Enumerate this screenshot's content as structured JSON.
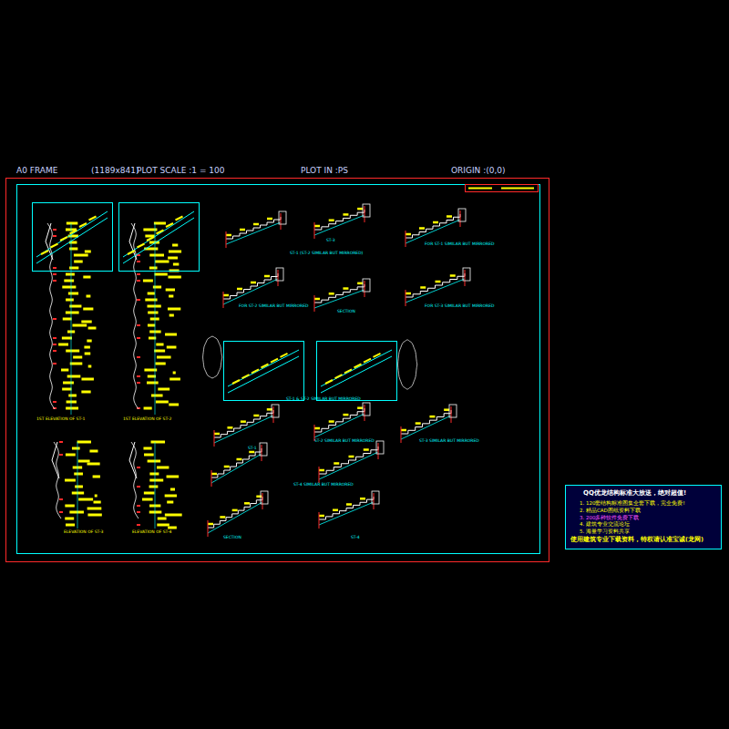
{
  "diagram": {
    "nodes": [
      {
        "text": [
          "QQ优龙结构标准大放送，绝对超值!",
          "1. 120套结构标准图集全套下载，完全免费!",
          "2. 精品CAD图纸资料下载",
          "3. 200多种软件免费下载",
          "4. 建筑专业交流论坛",
          "5. 海量学习资料共享",
          "使用建筑专业下载资料，特权请认准宝诚(龙网)"
        ]
      }
    ],
    "labels": [
      "A0 FRAME",
      "(1189x841)",
      "PLOT SCALE :1 = 100",
      "PLOT IN :PS",
      "ORIGIN :(0,0)",
      "1ST ELEVATION OF ST-1",
      "1ST ELEVATION OF ST-2",
      "ELEVATION OF ST-3",
      "ELEVATION OF ST-4",
      "ST-1 (ST-2 SIMILAR BUT MIRRORED)",
      "ST-3",
      "FOR ST-1 SIMILAR BUT MIRRORED",
      "FOR ST-2 SIMILAR BUT MIRRORED",
      "SECTION",
      "FOR ST-3 SIMILAR BUT MIRRORED",
      "ST-1 & ST-2 SIMILAR BUT MIRRORED",
      "ST-1",
      "ST-2 SIMILAR BUT MIRRORED",
      "ST-3 SIMILAR BUT MIRRORED",
      "ST-4 SIMILAR BUT MIRRORED",
      "SECTION",
      "ST-4"
    ]
  }
}
